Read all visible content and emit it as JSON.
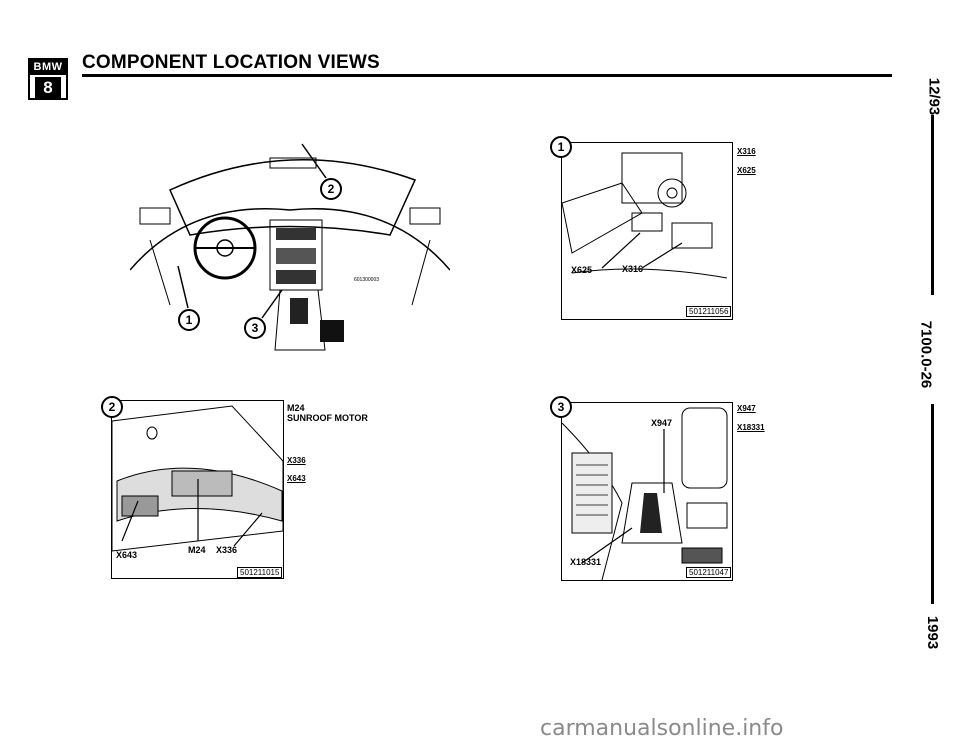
{
  "header": {
    "logo_brand": "BMW",
    "logo_series": "8",
    "title": "COMPONENT LOCATION VIEWS"
  },
  "margin": {
    "date": "12/93",
    "doc_number": "7100.0-26",
    "year": "1993"
  },
  "overview": {
    "image_number": "601300003",
    "callouts": [
      "1",
      "2",
      "3"
    ]
  },
  "view1": {
    "number": "1",
    "side_labels": [
      "X316",
      "X625"
    ],
    "callouts": [
      "X625",
      "X316"
    ],
    "image_number": "501211056"
  },
  "view2": {
    "number": "2",
    "side_labels": [
      "M24",
      "SUNROOF MOTOR",
      "X336",
      "X643"
    ],
    "callouts": [
      "X643",
      "M24",
      "X336"
    ],
    "image_number": "501211015"
  },
  "view3": {
    "number": "3",
    "side_labels": [
      "X947",
      "X18331"
    ],
    "callouts": [
      "X947",
      "X18331"
    ],
    "image_number": "501211047"
  },
  "footer": {
    "watermark": "carmanualsonline.info"
  }
}
